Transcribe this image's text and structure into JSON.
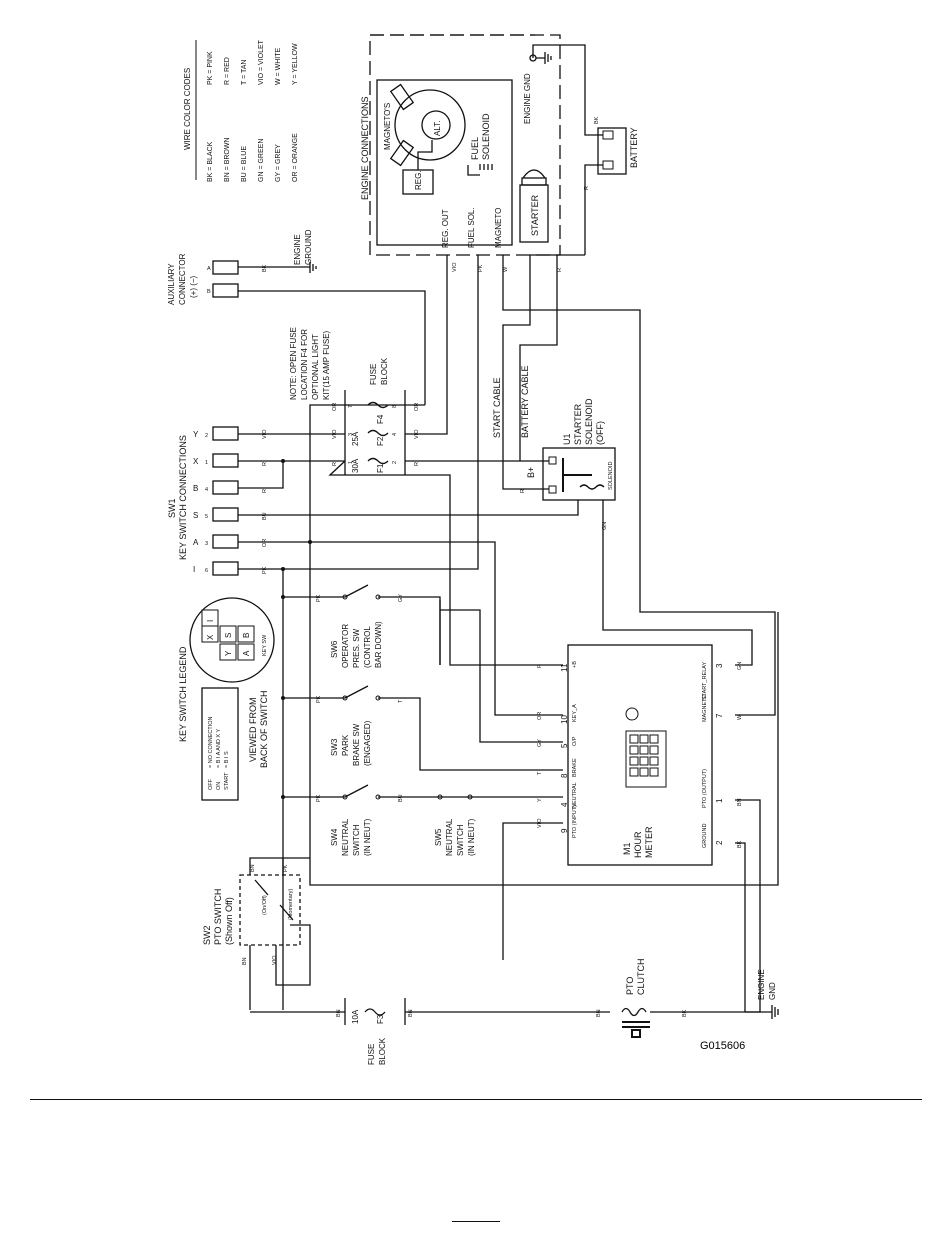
{
  "figure_code": "G015606",
  "wire_codes": {
    "title": "WIRE COLOR CODES",
    "left": [
      "BK = BLACK",
      "BN = BROWN",
      "BU = BLUE",
      "GN = GREEN",
      "GY = GREY",
      "OR = ORANGE"
    ],
    "right": [
      "PK = PINK",
      "R = RED",
      "T = TAN",
      "VIO = VIOLET",
      "W = WHITE",
      "Y = YELLOW"
    ]
  },
  "engine": {
    "title": "ENGINE CONNECTIONS",
    "engine_gnd": "ENGINE GND",
    "magnetos": "MAGNETO'S",
    "alt": "ALT.",
    "reg": "REG.",
    "fuel_solenoid_1": "FUEL",
    "fuel_solenoid_2": "SOLENOID",
    "starter": "STARTER",
    "battery": "BATTERY",
    "reg_out": "REG. OUT",
    "fuel_sol": "FUEL SOL.",
    "magneto": "MAGNETO"
  },
  "aux": {
    "l1": "AUXILIARY",
    "l2": "CONNECTOR",
    "l3": "(+) (−)",
    "engine_ground_1": "ENGINE",
    "engine_ground_2": "GROUND"
  },
  "note": [
    "NOTE: OPEN FUSE",
    "LOCATION F4 FOR",
    "OPTIONAL LIGHT",
    "KIT(15 AMP FUSE)"
  ],
  "fuse_block": {
    "l1": "FUSE",
    "l2": "BLOCK",
    "f4": "F4",
    "f2": "F2",
    "f1": "F1",
    "f3": "F3",
    "a25": "25A",
    "a30": "30A",
    "a10": "10A"
  },
  "start_cable": "START CABLE",
  "battery_cable": "BATTERY CABLE",
  "solenoid": {
    "l1": "U1",
    "l2": "STARTER",
    "l3": "SOLENOID",
    "l4": "(OFF)",
    "bplus": "B+",
    "tag": "SOLENOID"
  },
  "sw1": {
    "l1": "SW1",
    "l2": "KEY SWITCH CONNECTIONS",
    "letters": [
      "Y",
      "X",
      "B",
      "S",
      "A",
      "I"
    ],
    "pins": [
      "2",
      "1",
      "4",
      "5",
      "3",
      "6"
    ]
  },
  "key_legend": {
    "title": "KEY SWITCH LEGEND",
    "viewed_1": "VIEWED FROM",
    "viewed_2": "BACK OF SWITCH",
    "off": "OFF",
    "on": "ON",
    "start": "START",
    "off_v": "= NO CONNECTION",
    "on_v": "= B I A AND X Y",
    "start_v": "= B I S",
    "key_sw": "KEY SW",
    "cells": [
      "X",
      "I",
      "Y",
      "S",
      "A",
      "B"
    ]
  },
  "sw6": [
    "SW6",
    "OPERATOR",
    "PRES. SW",
    "(CONTROL",
    "BAR DOWN)"
  ],
  "sw3": [
    "SW3",
    "PARK",
    "BRAKE SW",
    "(ENGAGED)"
  ],
  "sw4": [
    "SW4",
    "NEUTRAL",
    "SWITCH",
    "(IN NEUT)"
  ],
  "sw5": [
    "SW5",
    "NEUTRAL",
    "SWITCH",
    "(IN NEUT)"
  ],
  "sw2": [
    "SW2",
    "PTO SWITCH",
    "(Shown Off)"
  ],
  "sw2_labels": {
    "onoff": "(On/Off)",
    "momentary": "(Momentary)"
  },
  "hour_meter": {
    "l1": "M1",
    "l2": "HOUR",
    "l3": "METER",
    "pins_left": [
      "+B",
      "KEY_A",
      "O/P",
      "BRAKE",
      "NEUTRAL",
      "PTO (INPUT)"
    ],
    "pins_left_num": [
      "11",
      "10",
      "5",
      "8",
      "4",
      "9"
    ],
    "pins_right": [
      "START_RELAY",
      "MAGNETO",
      "PTO (OUTPUT)",
      "GROUND"
    ],
    "pins_right_num": [
      "3",
      "7",
      "1",
      "2"
    ]
  },
  "pto_clutch": [
    "PTO",
    "CLUTCH"
  ],
  "engine_gnd2": [
    "ENGINE",
    "GND"
  ],
  "fuse_block2": [
    "FUSE",
    "BLOCK"
  ],
  "wire_tags": {
    "bk": "BK",
    "r": "R",
    "vio": "VIO",
    "pk": "PK",
    "w": "W",
    "or": "OR",
    "bu": "BU",
    "gy": "GY",
    "t": "T",
    "bn": "BN",
    "gn": "GN",
    "y": "Y",
    "b": "B",
    "a": "A"
  }
}
